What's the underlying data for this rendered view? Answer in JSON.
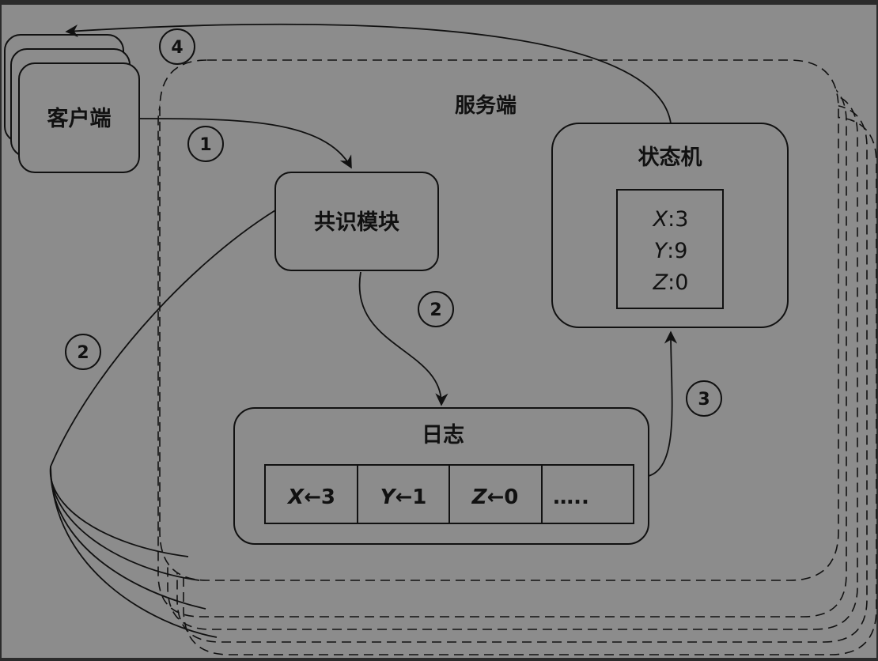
{
  "diagram": {
    "client_label": "客户端",
    "server_label": "服务端",
    "consensus_label": "共识模块",
    "state_machine": {
      "title": "状态机",
      "entries": [
        {
          "var": "X",
          "value": ":3"
        },
        {
          "var": "Y",
          "value": ":9"
        },
        {
          "var": "Z",
          "value": ":0"
        }
      ]
    },
    "log": {
      "title": "日志",
      "cells": [
        {
          "var": "X",
          "arrow": "←",
          "value": "3"
        },
        {
          "var": "Y",
          "arrow": "←",
          "value": "1"
        },
        {
          "var": "Z",
          "arrow": "←",
          "value": "0"
        },
        {
          "var": "",
          "arrow": "",
          "value": "….."
        }
      ]
    },
    "step_labels": {
      "step1": "1",
      "step2a": "2",
      "step2b": "2",
      "step3": "3",
      "step4": "4"
    }
  },
  "colors": {
    "background": "#8c8c8c",
    "frame": "#2b2b2b",
    "stroke": "#111111"
  }
}
